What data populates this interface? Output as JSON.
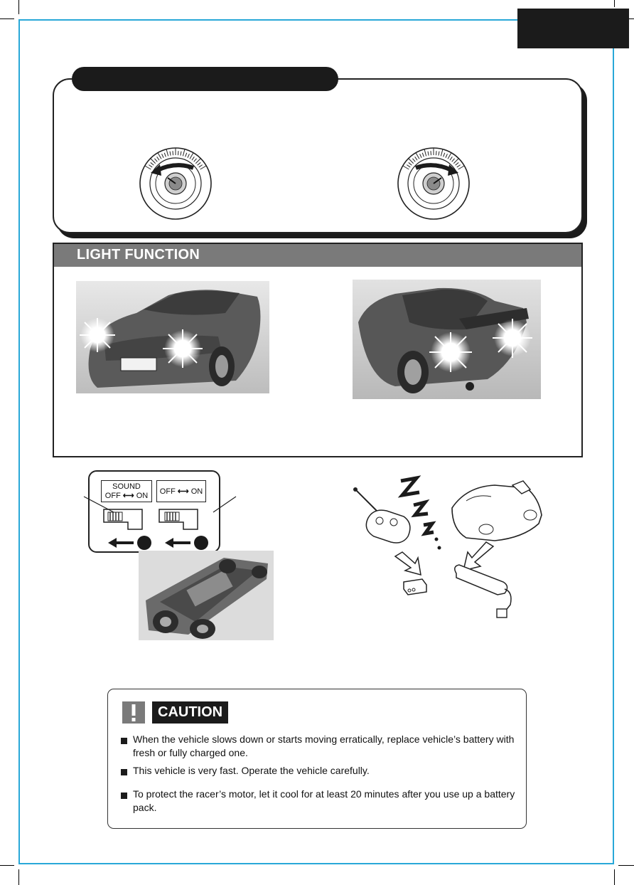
{
  "light_section": {
    "title": "LIGHT FUNCTION"
  },
  "switch_panel": {
    "sound_label": "SOUND",
    "sound_toggle": "OFF",
    "sound_toggle_on": "ON",
    "light_toggle": "OFF",
    "light_toggle_on": "ON"
  },
  "caution": {
    "label": "CAUTION",
    "items": [
      "When the vehicle slows down or starts moving erratically, replace vehicle’s battery with fresh or fully charged one.",
      "This vehicle is very fast. Operate the vehicle carefully.",
      "To protect the racer’s motor, let it cool for at least 20 minutes after you use up a battery pack."
    ]
  },
  "colors": {
    "frame": "#29a8d8",
    "dark": "#1b1b1b",
    "header_gray": "#7a7a7a"
  }
}
